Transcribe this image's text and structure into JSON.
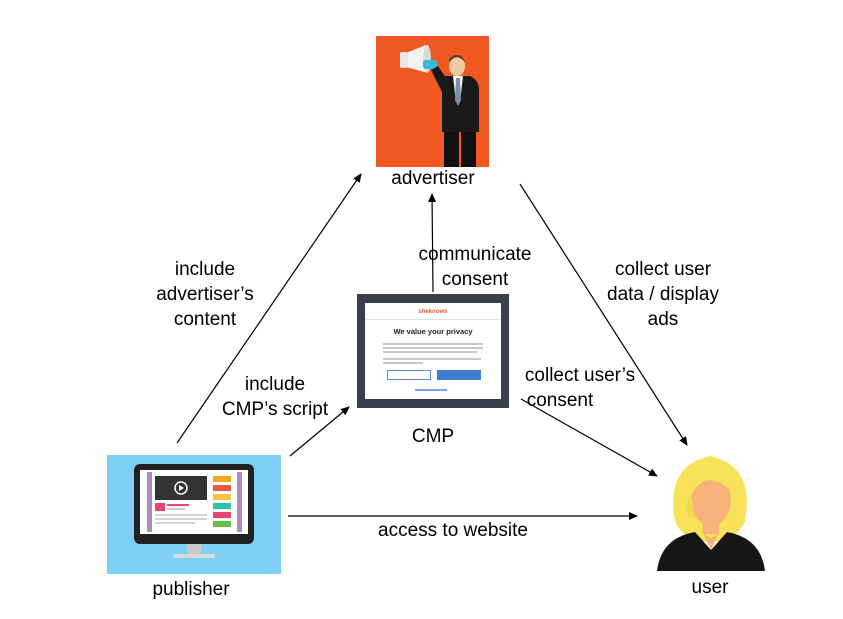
{
  "nodes": {
    "advertiser": {
      "label": "advertiser",
      "icon": "advertiser-megaphone-icon",
      "bg_color": "#f05a22"
    },
    "cmp": {
      "label": "CMP",
      "icon": "consent-dialog-screenshot",
      "dialog_brand": "sheknows",
      "dialog_title": "We value your privacy"
    },
    "publisher": {
      "label": "publisher",
      "icon": "monitor-website-icon",
      "bg_color": "#7fd0f5"
    },
    "user": {
      "label": "user",
      "icon": "user-avatar-icon",
      "hair_color": "#f7e25a"
    }
  },
  "edges": {
    "publisher_to_advertiser": [
      "include",
      "advertiser’s",
      "content"
    ],
    "publisher_to_cmp": [
      "include",
      "CMP’s script"
    ],
    "cmp_to_advertiser": [
      "communicate",
      "consent"
    ],
    "cmp_to_user": [
      "collect user’s",
      "consent"
    ],
    "advertiser_to_user": [
      "collect user",
      "data / display",
      "ads"
    ],
    "publisher_to_user": [
      "access to website"
    ]
  }
}
